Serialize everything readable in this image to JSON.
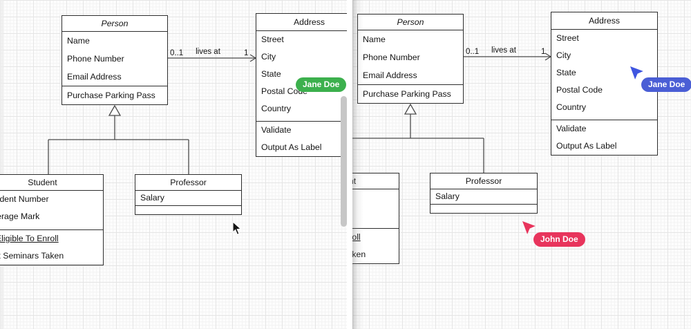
{
  "diagram": {
    "classes": {
      "person": {
        "title": "Person",
        "attributes": [
          "Name",
          "Phone Number",
          "Email Address"
        ],
        "methods": [
          "Purchase Parking Pass"
        ]
      },
      "address": {
        "title": "Address",
        "attributes": [
          "Street",
          "City",
          "State",
          "Postal Code",
          "Country"
        ],
        "methods": [
          "Validate",
          "Output As Label"
        ]
      },
      "student": {
        "title": "Student",
        "attributes": [
          "Student Number",
          "Average Mark"
        ],
        "methods": [
          "Is Eligible To Enroll",
          "Get Seminars Taken"
        ]
      },
      "professor": {
        "title": "Professor",
        "attributes": [
          "Salary"
        ],
        "methods": []
      }
    },
    "association": {
      "label": "lives at",
      "source_multiplicity": "0..1",
      "target_multiplicity": "1"
    }
  },
  "collaborators": {
    "left_panel": {
      "name": "Jane Doe",
      "badge_color": "#3cb04d"
    },
    "right_panel_blue": {
      "name": "Jane Doe",
      "badge_color": "#4a5ed5",
      "cursor_color": "#3f56e0"
    },
    "right_panel_red": {
      "name": "John Doe",
      "badge_color": "#e8345c",
      "cursor_color": "#e8345c"
    }
  }
}
